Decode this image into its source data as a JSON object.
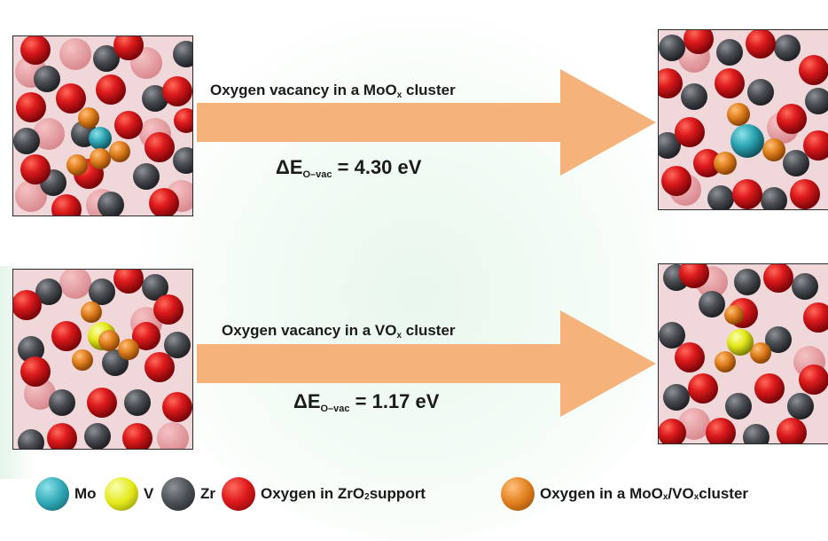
{
  "top": {
    "label_prefix": "Oxygen vacancy in a MoO",
    "label_sub": "x",
    "label_suffix": " cluster",
    "energy_prefix": "ΔE",
    "energy_sub": "O–vac",
    "energy_suffix": " = 4.30 eV"
  },
  "bottom": {
    "label_prefix": "Oxygen vacancy in a VO",
    "label_sub": "x",
    "label_suffix": " cluster",
    "energy_prefix": "ΔE",
    "energy_sub": "O–vac",
    "energy_suffix": " = 1.17 eV"
  },
  "legend": {
    "mo": "Mo",
    "v": "V",
    "zr": "Zr",
    "oxygen_support_prefix": "Oxygen in ZrO",
    "oxygen_support_sub": "2",
    "oxygen_support_suffix": " support",
    "oxygen_cluster_prefix": "Oxygen in a MoO",
    "oxygen_cluster_sub1": "x",
    "oxygen_cluster_mid": " /VO",
    "oxygen_cluster_sub2": "x",
    "oxygen_cluster_suffix": " cluster"
  },
  "colors": {
    "mo": "#2fa7b5",
    "v": "#e3e81a",
    "zr": "#4a4d52",
    "oxygen_support": "#d81418",
    "oxygen_cluster": "#e07f1e",
    "arrow": "#f5b27a"
  }
}
